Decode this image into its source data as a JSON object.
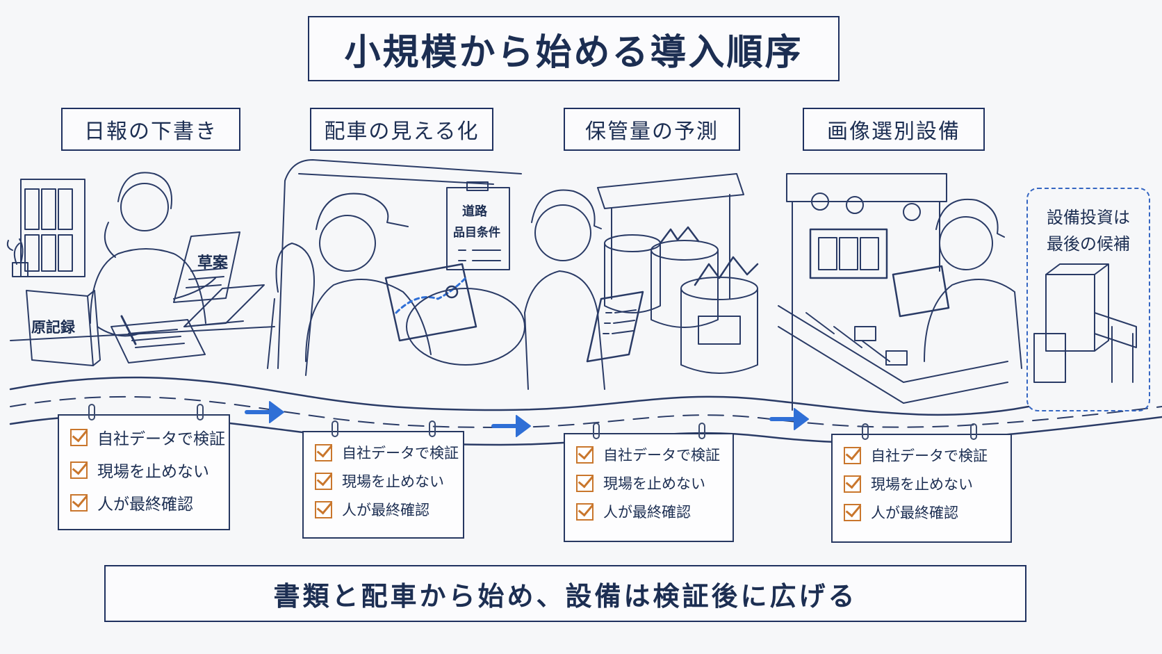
{
  "title": "小規模から始める導入順序",
  "stages": [
    {
      "title": "日報の下書き",
      "labels": [
        "原記録",
        "草案"
      ],
      "checks": [
        "自社データで検証",
        "現場を止めない",
        "人が最終確認"
      ]
    },
    {
      "title": "配車の見える化",
      "labels": [
        "道路",
        "品目条件"
      ],
      "checks": [
        "自社データで検証",
        "現場を止めない",
        "人が最終確認"
      ]
    },
    {
      "title": "保管量の予測",
      "labels": [],
      "checks": [
        "自社データで検証",
        "現場を止めない",
        "人が最終確認"
      ]
    },
    {
      "title": "画像選別設備",
      "labels": [],
      "checks": [
        "自社データで検証",
        "現場を止めない",
        "人が最終確認"
      ]
    }
  ],
  "candidate": {
    "line1": "設備投資は",
    "line2": "最後の候補"
  },
  "footer": "書類と配車から始め、設備は検証後に広げる",
  "colors": {
    "ink": "#1f3160",
    "arrow": "#2f6fd6",
    "check": "#c9762c",
    "dashed": "#3566c2"
  }
}
